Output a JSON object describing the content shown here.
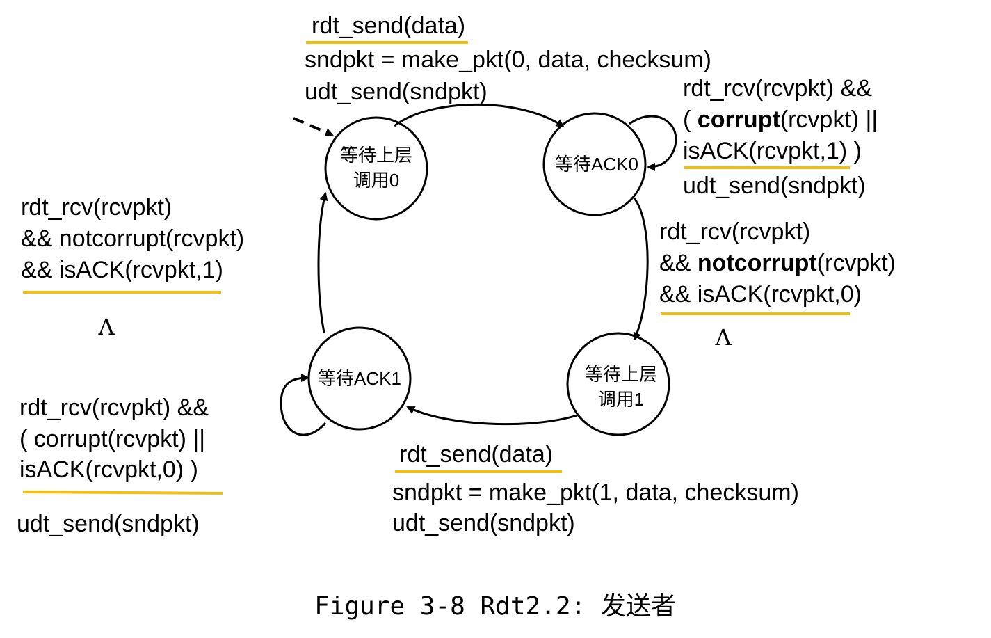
{
  "states": {
    "wait_call_0": {
      "line1": "等待上层",
      "line2": "调用0"
    },
    "wait_ack_0": {
      "line1": "等待ACK0"
    },
    "wait_call_1": {
      "line1": "等待上层",
      "line2": "调用1"
    },
    "wait_ack_1": {
      "line1": "等待ACK1"
    }
  },
  "transitions": {
    "call0_to_ack0": {
      "event": "rdt_send(data)",
      "actions": [
        "sndpkt = make_pkt(0, data, checksum)",
        "udt_send(sndpkt)"
      ]
    },
    "ack0_self": {
      "event_line1": "rdt_rcv(rcvpkt) &&",
      "event_line2_pre": "( ",
      "event_line2_bold": "corrupt",
      "event_line2_post": "(rcvpkt) ||",
      "event_line3": "isACK(rcvpkt,1) )",
      "action": "udt_send(sndpkt)"
    },
    "ack0_to_call1": {
      "event_line1": "rdt_rcv(rcvpkt)",
      "event_line2_pre": "&& ",
      "event_line2_bold": "notcorrupt",
      "event_line2_post": "(rcvpkt)",
      "event_line3": "&& isACK(rcvpkt,0)",
      "action": "Λ"
    },
    "call1_to_ack1": {
      "event": "rdt_send(data)",
      "actions": [
        "sndpkt = make_pkt(1, data, checksum)",
        "udt_send(sndpkt)"
      ]
    },
    "ack1_self": {
      "event_line1": "rdt_rcv(rcvpkt) &&",
      "event_line2": "( corrupt(rcvpkt) ||",
      "event_line3": "isACK(rcvpkt,0) )",
      "action": "udt_send(sndpkt)"
    },
    "ack1_to_call0": {
      "event_line1": "rdt_rcv(rcvpkt)",
      "event_line2": "&& notcorrupt(rcvpkt)",
      "event_line3": "&& isACK(rcvpkt,1)",
      "action": "Λ"
    }
  },
  "caption": "Figure 3-8  Rdt2.2: 发送者",
  "colors": {
    "underline": "#f5bf0f",
    "stroke": "#000000",
    "background": "#ffffff"
  }
}
